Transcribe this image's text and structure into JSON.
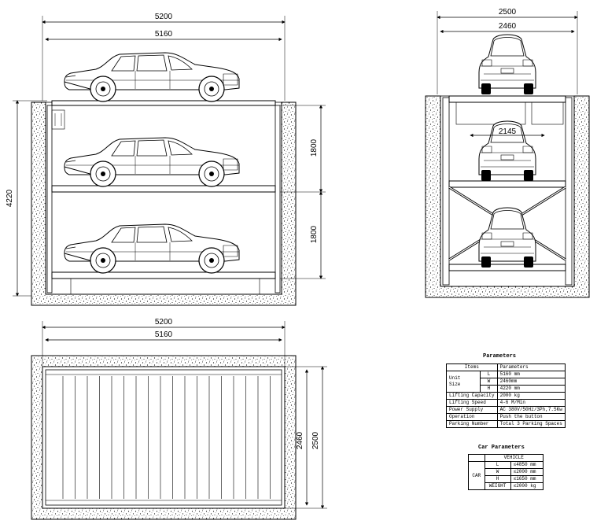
{
  "dimensions": {
    "side_view": {
      "width_outer": "5200",
      "width_inner": "5160",
      "height_total": "4220",
      "level_height_upper": "1800",
      "level_height_lower": "1800"
    },
    "front_view": {
      "width_outer": "2500",
      "width_inner": "2460",
      "width_platform": "2145"
    },
    "top_view": {
      "width_outer": "5200",
      "width_inner": "5160",
      "depth_inner": "2460",
      "depth_outer": "2500"
    }
  },
  "parameters_table": {
    "title": "Parameters",
    "header": [
      "Items",
      "Parameters"
    ],
    "size_label": [
      "Unit",
      "Size"
    ],
    "size_rows": [
      {
        "dim": "L",
        "value": "5160 mm"
      },
      {
        "dim": "W",
        "value": "2460mm"
      },
      {
        "dim": "H",
        "value": "4220 mm"
      }
    ],
    "rows": [
      {
        "item": "Lifting Capacity",
        "value": "2000 kg"
      },
      {
        "item": "Lifting Speed",
        "value": "4-6 M/Min"
      },
      {
        "item": "Power Supply",
        "value": "AC 380V/50Hz/3Ph,7.5Kw"
      },
      {
        "item": "Operation",
        "value": "Push the button"
      },
      {
        "item": "Parking Number",
        "value": "Total 3 Parking Spaces"
      }
    ]
  },
  "car_parameters_table": {
    "title": "Car Parameters",
    "header": "VEHICLE",
    "group_label": "CAR",
    "rows": [
      {
        "dim": "L",
        "value": "≤4850 mm"
      },
      {
        "dim": "W",
        "value": "≤2000 mm"
      },
      {
        "dim": "H",
        "value": "≤1650 mm"
      },
      {
        "dim": "WEIGHT",
        "value": "≤2000 kg"
      }
    ]
  }
}
